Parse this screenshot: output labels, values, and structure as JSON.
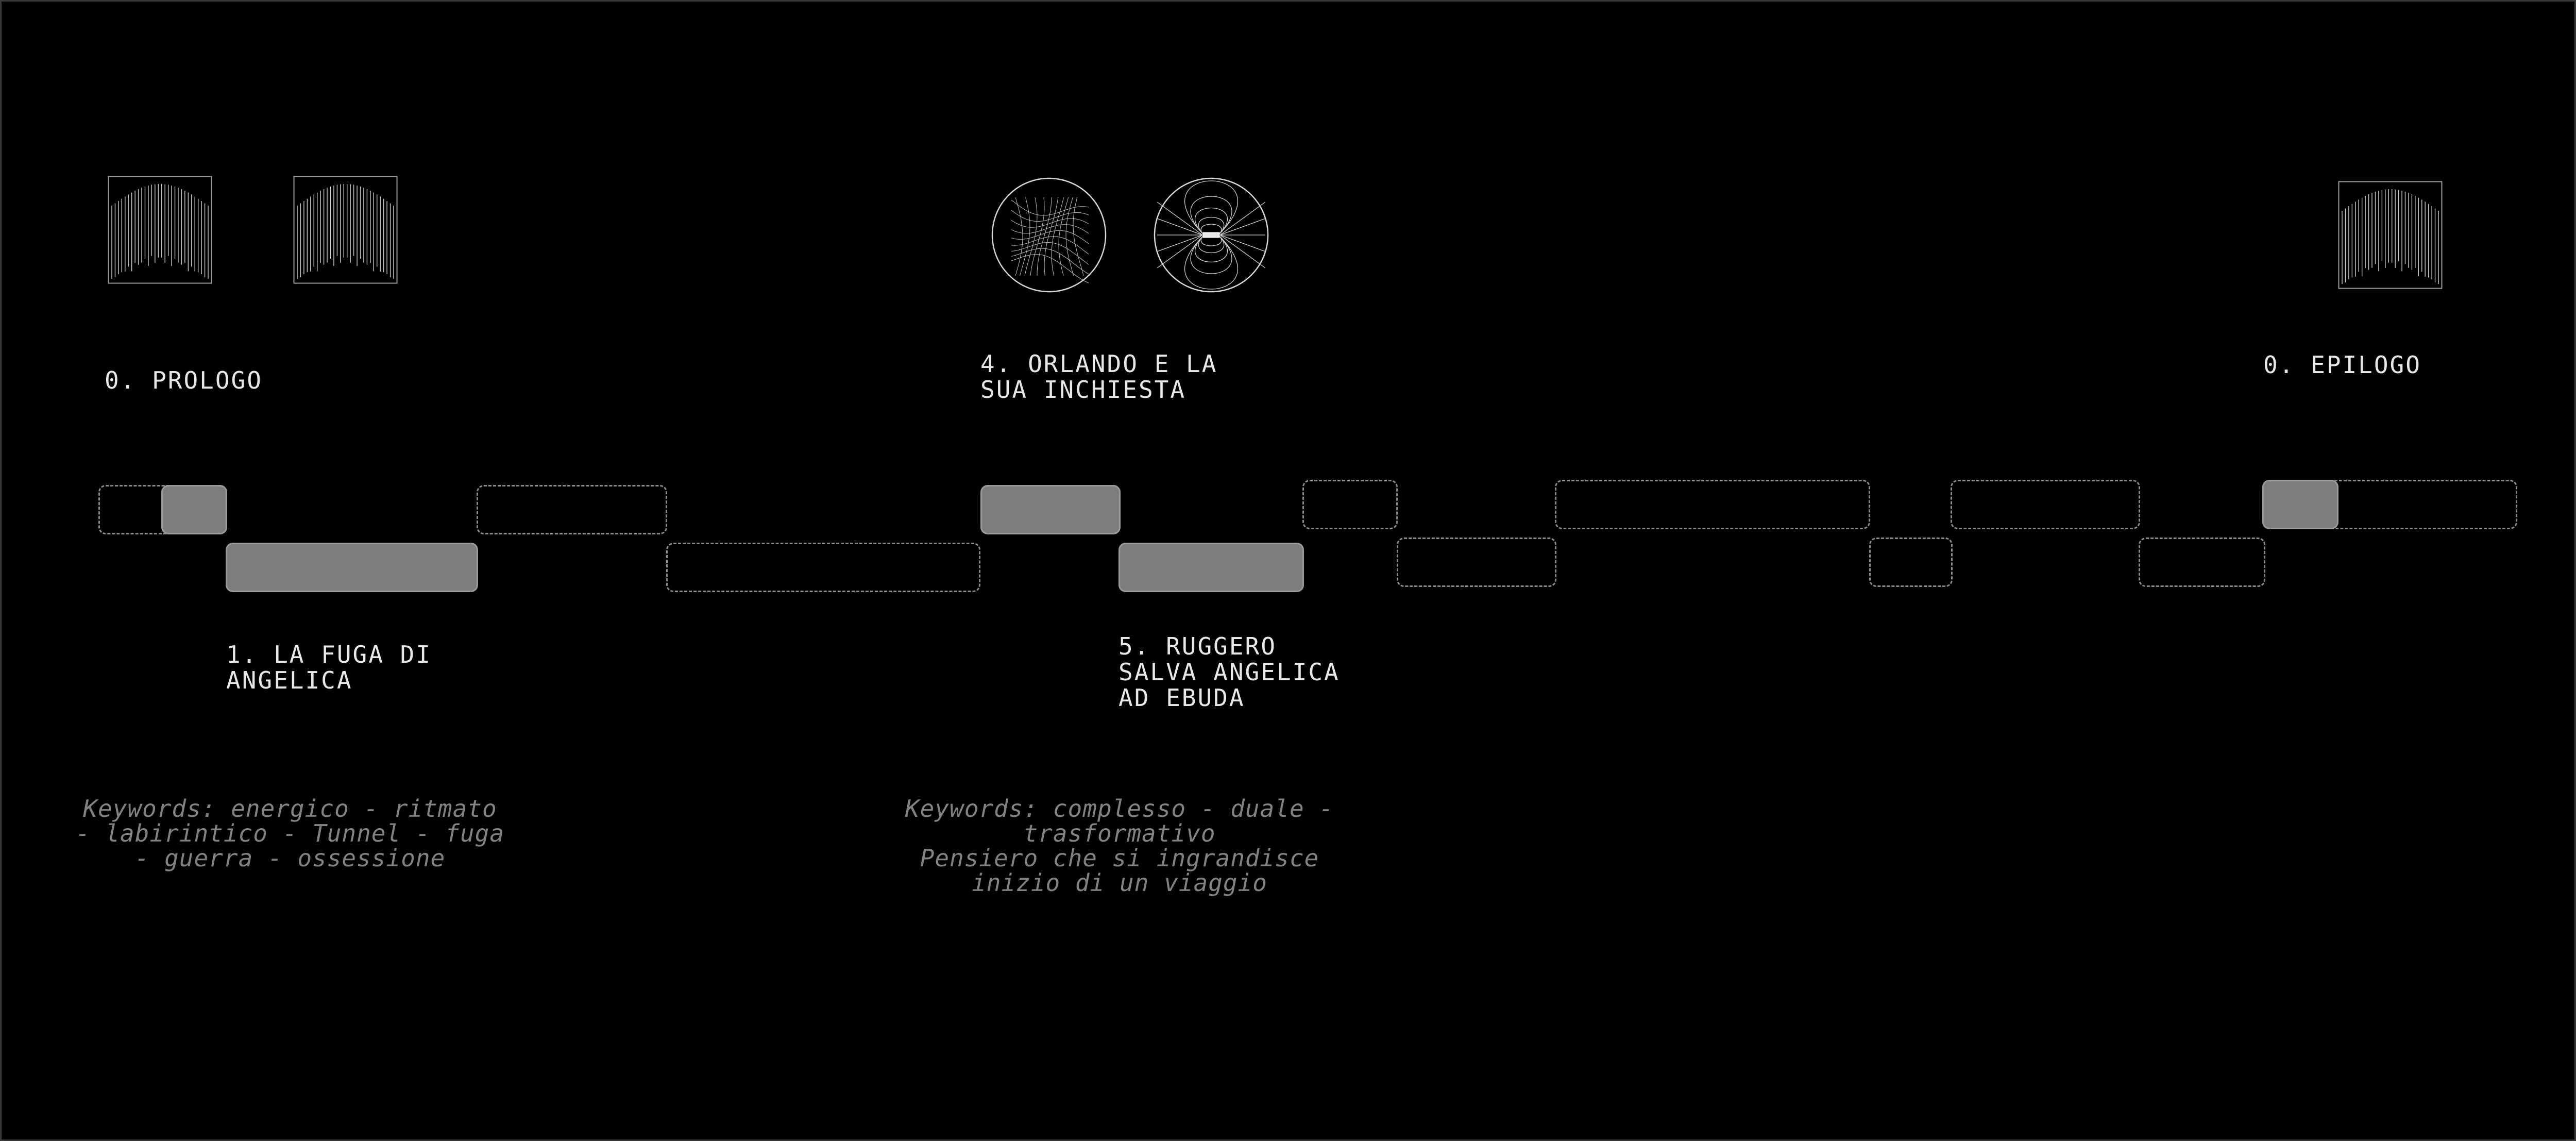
{
  "diagram": {
    "colors": {
      "background": "#000000",
      "block_filled": "#7d7d7d",
      "block_outline": "#8a8a8a",
      "text": "#e8e8e8",
      "keywords": "#828282"
    },
    "sections": {
      "prologo": {
        "label": "0. PROLOGO",
        "icons": [
          "curtain-bars-icon",
          "curtain-bars-icon"
        ]
      },
      "fuga": {
        "label": "1. LA FUGA DI\nANGELICA",
        "keywords": "Keywords: energico - ritmato\n- labirintico - Tunnel - fuga\n- guerra - ossessione"
      },
      "orlando": {
        "label": "4. ORLANDO E LA\nSUA INCHIESTA",
        "icons": [
          "warped-sphere-icon",
          "dipole-field-icon"
        ]
      },
      "ruggero": {
        "label": "5. RUGGERO\nSALVA ANGELICA\nAD EBUDA",
        "keywords": "Keywords: complesso - duale -\ntrasformativo\nPensiero che si ingrandisce\ninizio di un viaggio"
      },
      "epilogo": {
        "label": "0. EPILOGO",
        "icons": [
          "curtain-bars-icon"
        ]
      }
    }
  }
}
